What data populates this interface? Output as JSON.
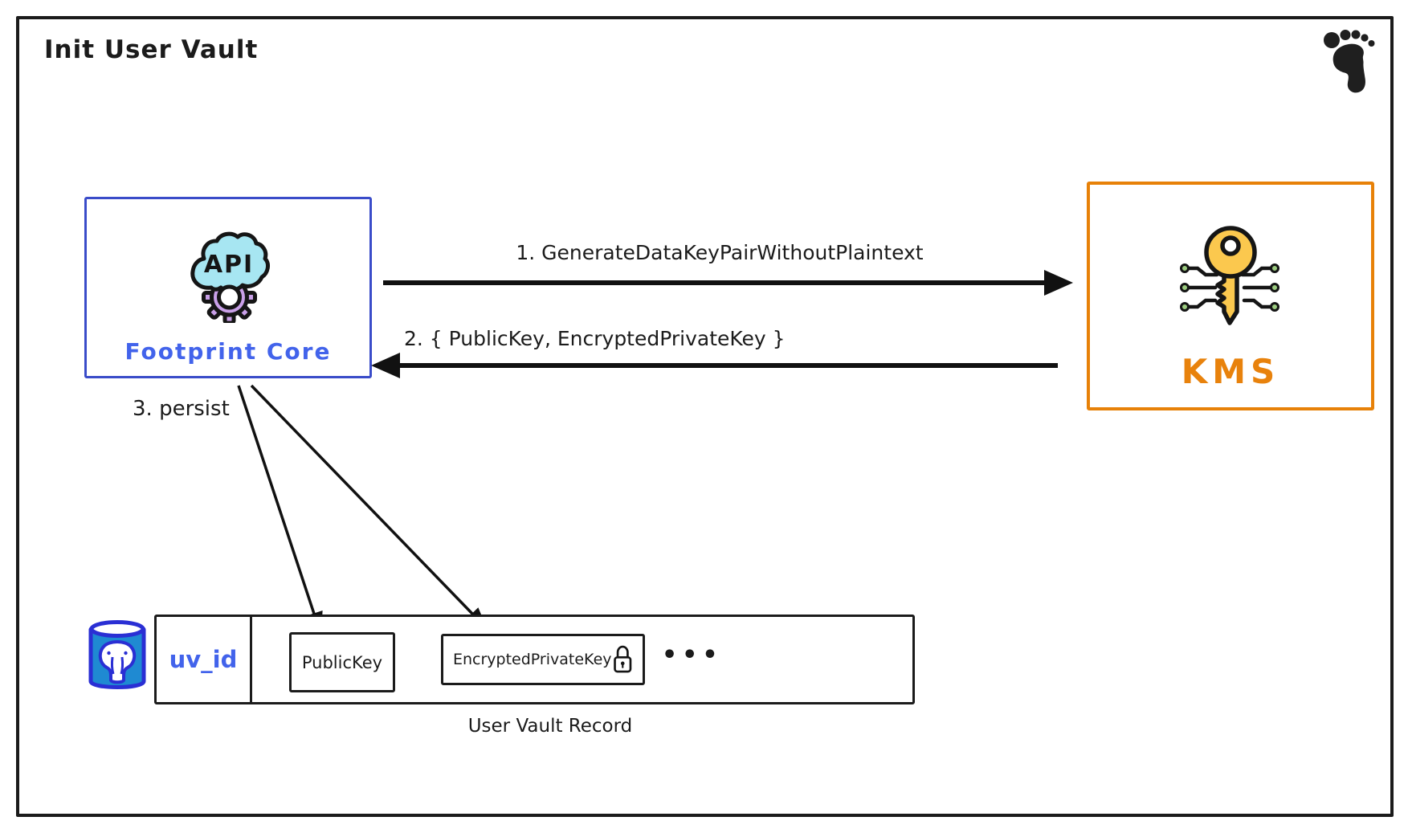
{
  "title": "Init User Vault",
  "logo_icon": "footprint-logo",
  "nodes": {
    "footprint_core": {
      "label": "Footprint Core",
      "icon": "api-cloud-icon",
      "icon_text": "API"
    },
    "kms": {
      "label": "KMS",
      "icon": "kms-key-icon"
    }
  },
  "flows": {
    "step1": {
      "label": "1. GenerateDataKeyPairWithoutPlaintext"
    },
    "step2": {
      "label": "2. { PublicKey, EncryptedPrivateKey }"
    },
    "step3": {
      "label": "3. persist"
    }
  },
  "record": {
    "db_icon": "postgresql-icon",
    "id_cell": "uv_id",
    "fields": {
      "public_key": "PublicKey",
      "encrypted_private_key": "EncryptedPrivateKey"
    },
    "lock_icon": "lock-icon",
    "ellipsis": "•••",
    "caption": "User Vault Record"
  },
  "colors": {
    "ink": "#1b1b1b",
    "blue_border": "#3a4cc9",
    "blue_text": "#4263eb",
    "orange": "#e8820c",
    "cloud_fill": "#a7e6f2",
    "gear_fill": "#c9a0e8",
    "key_fill": "#fbc84e",
    "circuit_dot": "#9ccc80",
    "postgres_fill": "#1f8ad2",
    "postgres_stroke": "#2a2fd4"
  }
}
